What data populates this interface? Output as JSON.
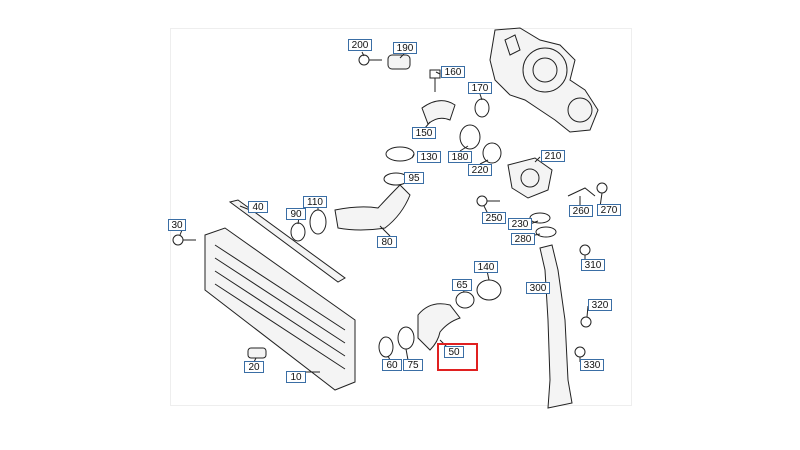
{
  "callouts": [
    "200",
    "190",
    "160",
    "170",
    "150",
    "130",
    "180",
    "220",
    "210",
    "95",
    "40",
    "110",
    "90",
    "80",
    "250",
    "230",
    "260",
    "270",
    "280",
    "30",
    "140",
    "65",
    "300",
    "310",
    "320",
    "50",
    "60",
    "75",
    "20",
    "10",
    "330"
  ],
  "highlighted_callout": "50",
  "colors": {
    "callout_border": "#3a6ea5",
    "highlight": "#e02020",
    "line": "#222222"
  }
}
